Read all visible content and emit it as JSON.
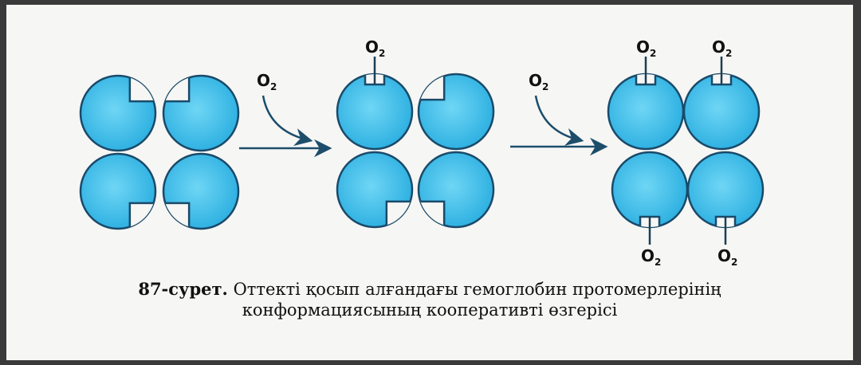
{
  "figure": {
    "o2_symbol": "O",
    "o2_subscript": "2",
    "caption_number": "87-сурет.",
    "caption_line1": "Оттекті қосып алғандағы гемоглобин протомерлерінің",
    "caption_line2": "конформациясының кооперативті өзгерісі"
  },
  "colors": {
    "protomer_fill": "#3cbfea",
    "protomer_stroke": "#1a4a6a",
    "arrow": "#1c4d6b"
  }
}
